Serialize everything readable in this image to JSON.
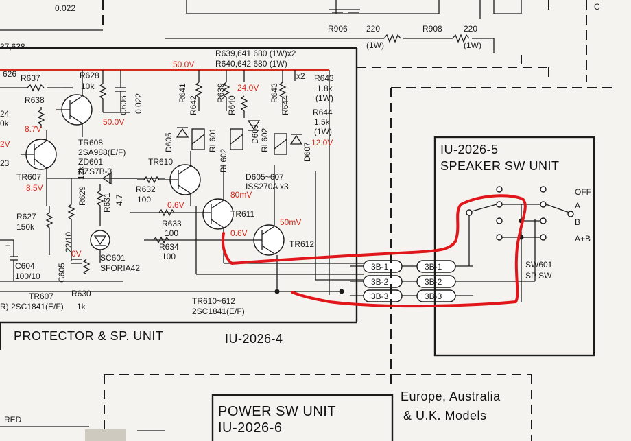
{
  "colors": {
    "voltage_label": "#d52a1e",
    "annotation": "#e0161b",
    "paper": "#f4f3ef"
  },
  "top": {
    "r906": "R906",
    "r906_val": "220",
    "r906_w": "(1W)",
    "r908": "R908",
    "r908_val": "220",
    "r908_w": "(1W)",
    "left_val": "0.022",
    "rail": "37,638"
  },
  "protector": {
    "title": "PROTECTOR & SP. UNIT",
    "code": "IU-2026-4",
    "r639_641": "R639,641  680 (1W)x2",
    "r640_642": "R640,642  680 (1W)",
    "x2": "x2",
    "r643": "R643",
    "r643_val": "1.8k",
    "r643_w": "(1W)",
    "r644": "R644",
    "r644_val": "1.5k",
    "r644_w": "(1W)",
    "v50": "50.0V",
    "v50b": "50.0V",
    "v24": "24.0V",
    "v12": "12.0V",
    "v8_7": "8.7V",
    "v8_5": "8.5V",
    "v2": "2V",
    "v0_6a": "0.6V",
    "v0_6b": "0.6V",
    "v0": "0V",
    "v80m": "80mV",
    "v50m": "50mV",
    "r637": "R637",
    "r638": "R638",
    "r628": "R628",
    "r628_val": "10k",
    "c606": "C606",
    "c606_val": "0.022",
    "r641": "R641",
    "r642": "R642",
    "r639": "R639",
    "r640": "R640",
    "r643b": "R643",
    "r644b": "R644",
    "rl601": "RL601",
    "rl602a": "RL602",
    "rl602b": "RL602",
    "d605": "D605",
    "d606": "D606",
    "d607": "D607",
    "tr608": "TR608",
    "tr608_type": "2SA988(E/F)",
    "zd601": "ZD601",
    "zd601_type": "HZS7B-3",
    "tr610": "TR610",
    "tr611": "TR611",
    "tr612": "TR612",
    "tr607": "TR607",
    "tr607b": "TR607",
    "tr607_type": "R) 2SC1841(E/F)",
    "r632": "R632",
    "r632_val": "100",
    "r633": "R633",
    "r633_val": "100",
    "r634": "R634",
    "r634_val": "100",
    "d605_607": "D605~607",
    "iss270a": "ISS270A x3",
    "r627": "R627",
    "r627_val": "150k",
    "r629": "R629",
    "r629_val": "12k",
    "r631": "R631",
    "r631_val": "4.7",
    "sc601": "SC601",
    "sc601_type": "SFORIA42",
    "c604": "C604",
    "c604_val": "100/10",
    "c605": "C605",
    "c605_val": "22/10",
    "r630": "R630",
    "r630_val": "1k",
    "tr610_612": "TR610~612",
    "tr610_612_type": "2SC1841(E/F)",
    "edge_626": "626",
    "edge_24": "24",
    "edge_0k": "0k",
    "edge_23": "23"
  },
  "connectors": {
    "left": [
      "3B-1",
      "3B-2",
      "3B-3"
    ],
    "right": [
      "3B-1",
      "3B-2",
      "3B-3"
    ]
  },
  "speaker": {
    "code": "IU-2026-5",
    "title": "SPEAKER SW UNIT",
    "sw": "SW601",
    "sw_type": "SP SW",
    "positions": [
      "OFF",
      "A",
      "B",
      "A+B"
    ]
  },
  "power": {
    "title": "POWER SW  UNIT",
    "code": "IU-2026-6"
  },
  "models": {
    "line1": "Europe, Australia",
    "line2": "& U.K. Models"
  },
  "misc": {
    "red_label": "RED"
  }
}
